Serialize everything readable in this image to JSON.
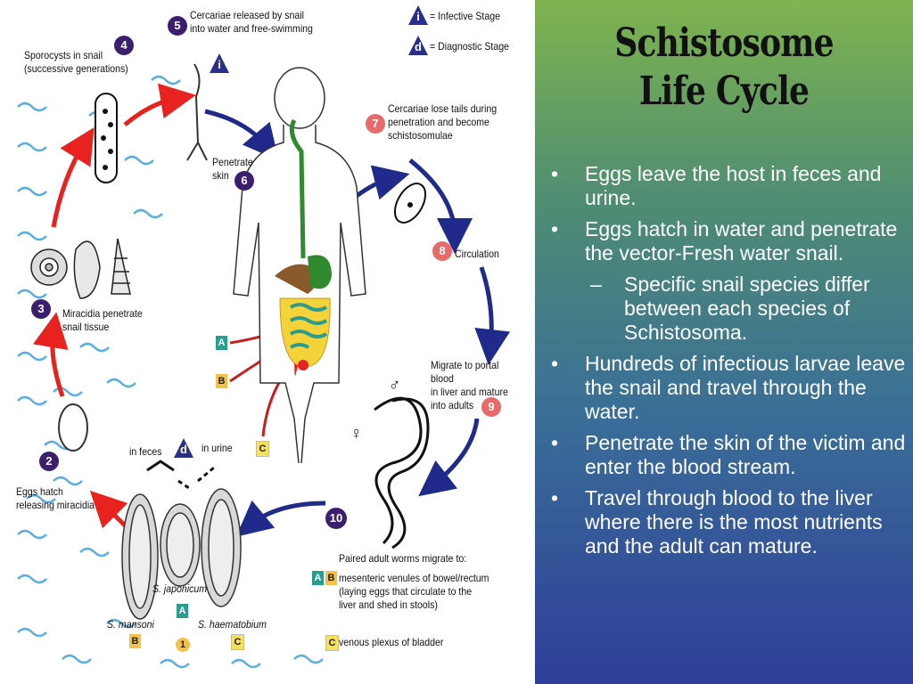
{
  "slide": {
    "title": "Schistosome Life Cycle",
    "bullets": [
      {
        "marker": "•",
        "text": "Eggs leave the host in feces and urine.",
        "level": 1
      },
      {
        "marker": "•",
        "text": "Eggs hatch in water and penetrate the vector-Fresh water snail.",
        "level": 1
      },
      {
        "marker": "–",
        "text": "Specific snail species differ between each species of Schistosoma.",
        "level": 2
      },
      {
        "marker": "•",
        "text": "Hundreds of infectious larvae leave the snail and travel through the water.",
        "level": 1
      },
      {
        "marker": "•",
        "text": "Penetrate the skin of the victim and enter the blood stream.",
        "level": 1
      },
      {
        "marker": "•",
        "text": "Travel through blood to the liver where there is the most nutrients and the adult can mature.",
        "level": 1
      }
    ]
  },
  "legend": {
    "infective_symbol": "i",
    "infective_label": "= Infective Stage",
    "diagnostic_symbol": "d",
    "diagnostic_label": "= Diagnostic Stage"
  },
  "steps": {
    "s1": "1",
    "s2_num": "2",
    "s2": "Eggs hatch\nreleasing miracidia",
    "s3_num": "3",
    "s3": "Miracidia penetrate\nsnail tissue",
    "s4_num": "4",
    "s4": "Sporocysts in snail\n(successive generations)",
    "s5_num": "5",
    "s5": "Cercariae released by snail\ninto water and free-swimming",
    "s6_num": "6",
    "s6": "Penetrate\nskin",
    "s7_num": "7",
    "s7": "Cercariae lose tails during\npenetration and become\nschistosomulae",
    "s8_num": "8",
    "s8": "Circulation",
    "s9_num": "9",
    "s9": "Migrate to portal blood\nin liver and mature\ninto adults",
    "s10_num": "10",
    "s10": "Paired adult worms migrate to:",
    "s10_ab": "mesenteric venules of bowel/rectum\n(laying eggs that circulate to the\nliver and shed in stools)",
    "s10_c": "venous plexus of bladder"
  },
  "eggs": {
    "in_feces": "in feces",
    "in_urine": "in urine",
    "mansoni": "S. mansoni",
    "japonicum": "S. japonicum",
    "haematobium": "S. haematobium"
  },
  "tags": {
    "A": "A",
    "B": "B",
    "C": "C"
  },
  "sex": {
    "male": "♂",
    "female": "♀"
  },
  "colors": {
    "red_arrow": "#e8231f",
    "blue_arrow": "#1f2a8a",
    "water": "#5aaee0",
    "gut_green": "#2f8a2f",
    "gut_yellow": "#f4d23a",
    "liver": "#8b5a2b"
  }
}
